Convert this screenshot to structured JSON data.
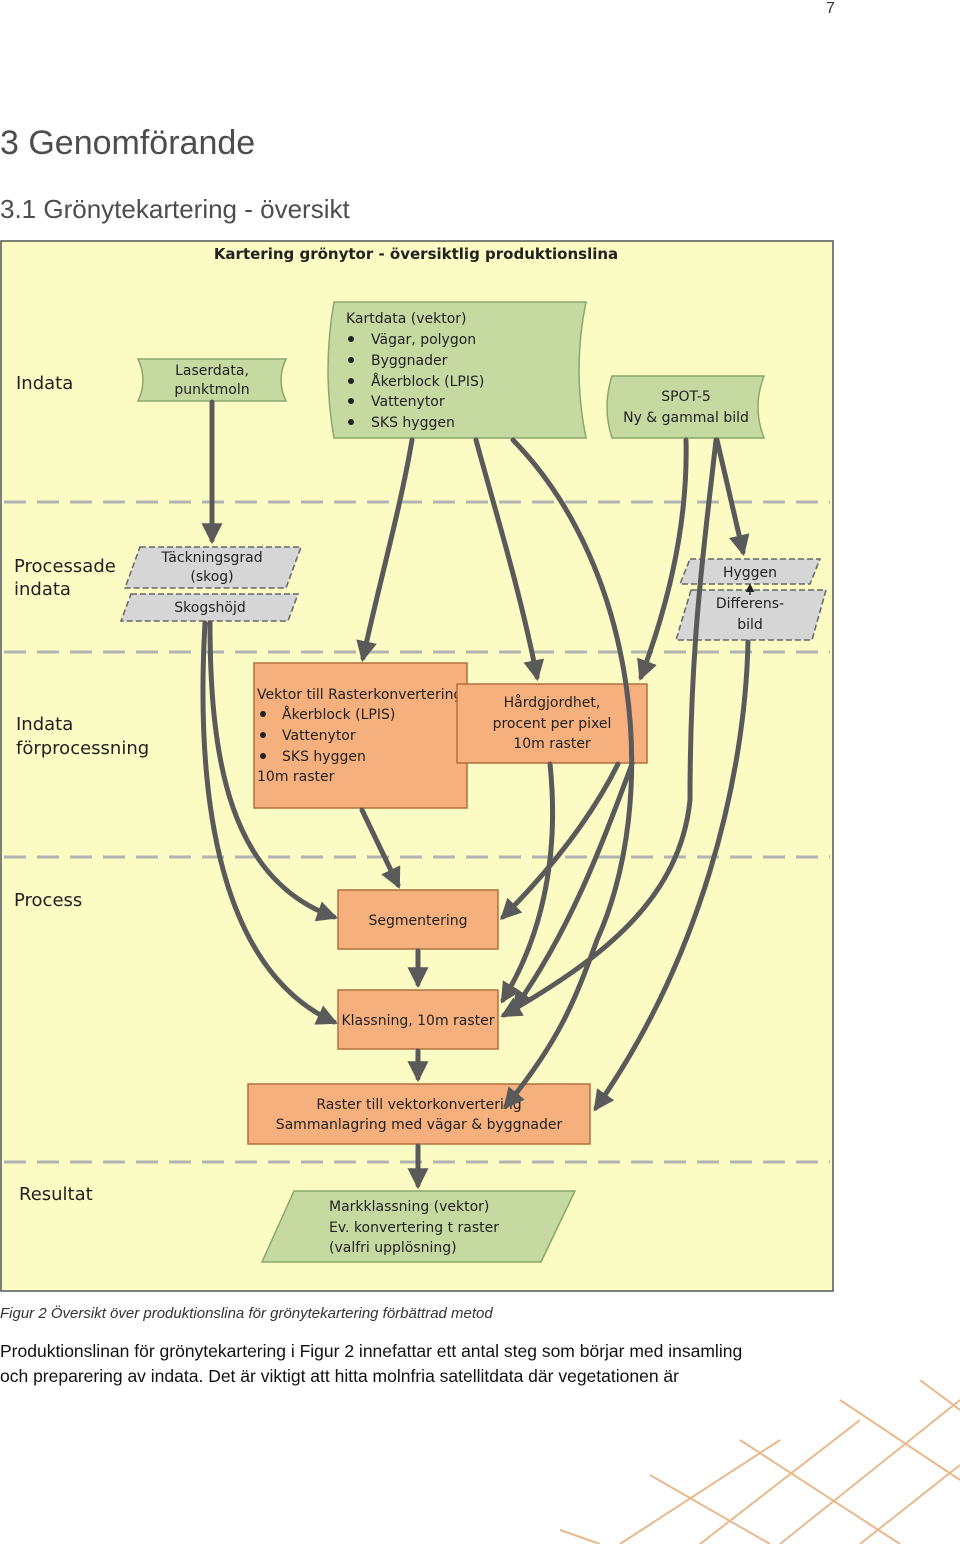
{
  "page_number": "7",
  "heading1": "3  Genomförande",
  "heading2": "3.1  Grönytekartering - översikt",
  "figure": {
    "title": "Kartering grönytor - översiktlig produktionslina",
    "lanes": {
      "indata": "Indata",
      "processade_1": "Processade",
      "processade_2": "indata",
      "forproc_1": "Indata",
      "forproc_2": "förprocessning",
      "process": "Process",
      "resultat": "Resultat"
    },
    "laserdata": [
      "Laserdata,",
      "punktmoln"
    ],
    "kartdata": {
      "title": "Kartdata (vektor)",
      "items": [
        "Vägar, polygon",
        "Byggnader",
        "Åkerblock (LPIS)",
        "Vattenytor",
        "SKS hyggen"
      ]
    },
    "spot": [
      "SPOT-5",
      "Ny & gammal bild"
    ],
    "tackningsgrad": [
      "Täckningsgrad",
      "(skog)"
    ],
    "skogshojd": "Skogshöjd",
    "hyggen": "Hyggen",
    "differensbild": [
      "Differens-",
      "bild"
    ],
    "vektor_raster": {
      "title": "Vektor till Rasterkonvertering",
      "items": [
        "Åkerblock (LPIS)",
        "Vattenytor",
        "SKS hyggen"
      ],
      "footer": "10m raster"
    },
    "hardgjordhet": [
      "Hårdgjordhet,",
      "procent per pixel",
      "10m raster"
    ],
    "segmentering": "Segmentering",
    "klassning": "Klassning, 10m raster",
    "raster_vektor": [
      "Raster till vektorkonvertering",
      "Sammanlagring med vägar & byggnader"
    ],
    "markklassning": [
      "Markklassning (vektor)",
      "Ev. konvertering t raster",
      "(valfri upplösning)"
    ],
    "colors": {
      "background": "#fbfbc4",
      "green": "#c5d9a0",
      "orange": "#f6b07e",
      "gray": "#d6d6d6",
      "arrow": "#5a5a5a"
    }
  },
  "caption": "Figur 2 Översikt över produktionslina för grönytekartering förbättrad metod",
  "body_line1": "Produktionslinan för grönytekartering i Figur 2 innefattar ett antal steg som börjar med insamling",
  "body_line2": "och preparering av indata. Det är viktigt att hitta molnfria satellitdata där vegetationen är"
}
